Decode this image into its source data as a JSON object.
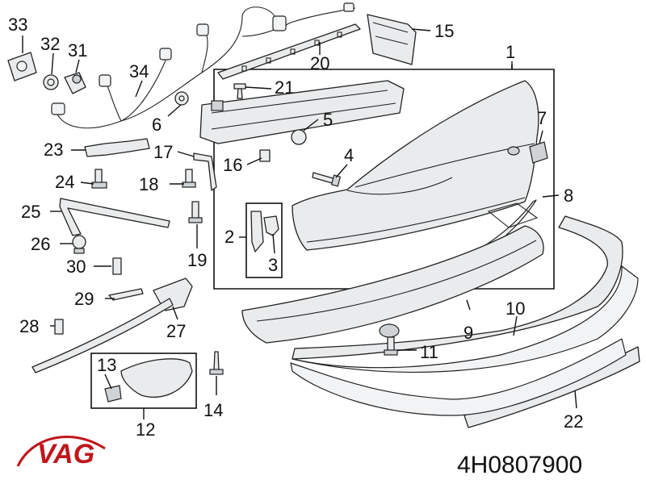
{
  "brand": {
    "logo_text": "VAG",
    "logo_color": "#c0161c"
  },
  "part_number": "4H0807900",
  "callouts": {
    "c1": "1",
    "c2": "2",
    "c3": "3",
    "c4": "4",
    "c5": "5",
    "c6": "6",
    "c7": "7",
    "c8": "8",
    "c9": "9",
    "c10": "10",
    "c11": "11",
    "c12": "12",
    "c13": "13",
    "c14": "14",
    "c15": "15",
    "c16": "16",
    "c17": "17",
    "c18": "18",
    "c19": "19",
    "c20": "20",
    "c21": "21",
    "c22": "22",
    "c23": "23",
    "c24": "24",
    "c25": "25",
    "c26": "26",
    "c27": "27",
    "c28": "28",
    "c29": "29",
    "c30": "30",
    "c31": "31",
    "c32": "32",
    "c33": "33",
    "c34": "34"
  }
}
